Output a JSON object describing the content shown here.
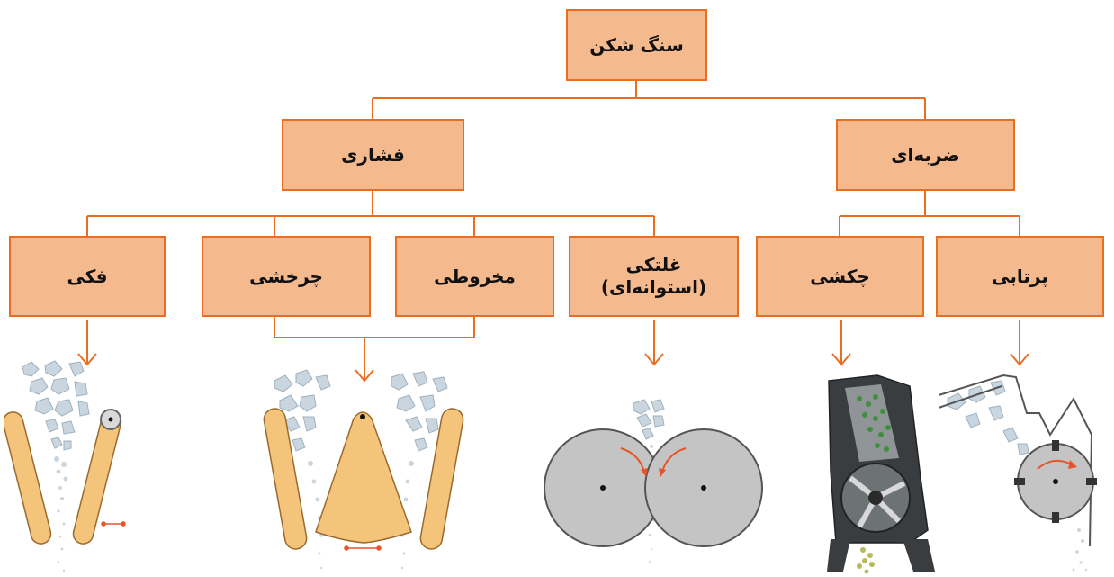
{
  "diagram": {
    "root": {
      "label": "سنگ شکن"
    },
    "categories": {
      "compressive": {
        "label": "فشاری"
      },
      "impact": {
        "label": "ضربه‌ای"
      }
    },
    "types": {
      "jaw": {
        "label": "فکی"
      },
      "gyratory": {
        "label": "چرخشی"
      },
      "cone": {
        "label": "مخروطی"
      },
      "roller": {
        "label": "غلتکی",
        "label2": "(استوانه‌ای)"
      },
      "hammer": {
        "label": "چکشی"
      },
      "impactor": {
        "label": "پرتابی"
      }
    }
  },
  "colors": {
    "box_fill": "#f5b98e",
    "box_border": "#ea6d21",
    "connector": "#ea6d21",
    "jaw_plate": "#f3c47a",
    "roller": "#bdbdbd",
    "stones": "#c9d6df",
    "flow_arrow": "#e8542a"
  },
  "icons": [
    "jaw-crusher-illustration",
    "gyratory-cone-crusher-illustration",
    "roll-crusher-illustration",
    "hammer-mill-illustration",
    "impact-crusher-illustration"
  ]
}
